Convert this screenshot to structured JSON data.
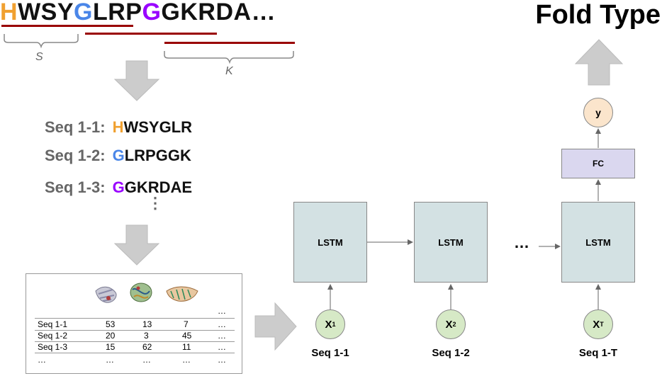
{
  "sequence": {
    "letters": [
      "H",
      "WSY",
      "G",
      "LRP",
      "G",
      "GKRDA…"
    ],
    "s_label": "S",
    "k_label": "K"
  },
  "fold_type": "Fold Type",
  "subsequences": [
    {
      "label": "Seq 1-1:",
      "first": "H",
      "rest": "WSYGLR"
    },
    {
      "label": "Seq 1-2:",
      "first": "G",
      "rest": "LRPGGK"
    },
    {
      "label": "Seq 1-3:",
      "first": "G",
      "rest": "GKRDAE"
    }
  ],
  "vertical_dots": "⋮",
  "table": {
    "header_ellipsis": "…",
    "rows": [
      [
        "Seq 1-1",
        "53",
        "13",
        "7",
        "…"
      ],
      [
        "Seq 1-2",
        "20",
        "3",
        "45",
        "…"
      ],
      [
        "Seq 1-3",
        "15",
        "62",
        "11",
        "…"
      ],
      [
        "…",
        "…",
        "…",
        "…",
        "…"
      ]
    ]
  },
  "network": {
    "lstm_label": "LSTM",
    "fc_label": "FC",
    "output_label": "y",
    "ellipsis": "…",
    "inputs": [
      {
        "x": "X",
        "sub": "1",
        "seq": "Seq 1-1"
      },
      {
        "x": "X",
        "sub": "2",
        "seq": "Seq 1-2"
      },
      {
        "x": "X",
        "sub": "T",
        "seq": "Seq 1-T"
      }
    ]
  },
  "colors": {
    "orange": "#f0a030",
    "blue": "#4a86e8",
    "purple": "#9900ff",
    "underline": "#990000",
    "lstm": "#d3e1e3",
    "input_circle": "#d6e9c6",
    "fc": "#dad7ef",
    "output_circle": "#fbe5cc",
    "arrow_gray": "#cccccc"
  }
}
